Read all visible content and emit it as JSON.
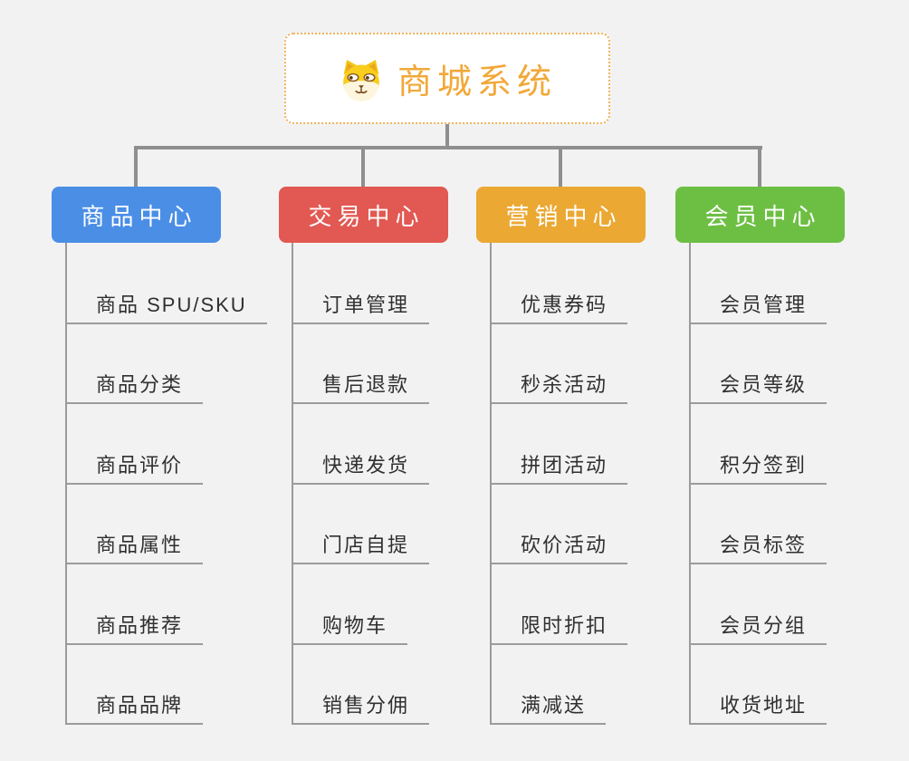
{
  "theme": {
    "background": "#f2f2f2",
    "root_background": "#ffffff",
    "root_border_color": "#f0b35c",
    "root_text_color": "#f2a838",
    "connector_color": "#8f8f8f",
    "child_line_color": "#9b9b9b",
    "child_text_color": "#303030",
    "header_text_color": "#ffffff"
  },
  "root": {
    "title": "商城系统",
    "icon": "shiba-dog-icon"
  },
  "branches": [
    {
      "title": "商品中心",
      "color": "#4a8ee6",
      "items": [
        "商品 SPU/SKU",
        "商品分类",
        "商品评价",
        "商品属性",
        "商品推荐",
        "商品品牌"
      ]
    },
    {
      "title": "交易中心",
      "color": "#e25852",
      "items": [
        "订单管理",
        "售后退款",
        "快递发货",
        "门店自提",
        "购物车",
        "销售分佣"
      ]
    },
    {
      "title": "营销中心",
      "color": "#eba832",
      "items": [
        "优惠券码",
        "秒杀活动",
        "拼团活动",
        "砍价活动",
        "限时折扣",
        "满减送"
      ]
    },
    {
      "title": "会员中心",
      "color": "#6dbf43",
      "items": [
        "会员管理",
        "会员等级",
        "积分签到",
        "会员标签",
        "会员分组",
        "收货地址"
      ]
    }
  ]
}
